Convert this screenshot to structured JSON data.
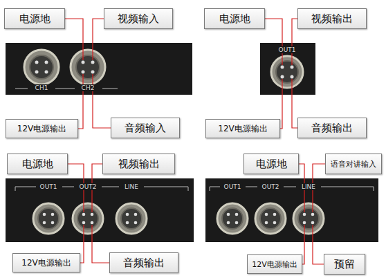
{
  "diagram": {
    "nodes": [
      {
        "text": [
          "电源地"
        ]
      },
      {
        "text": [
          "视频输入"
        ]
      },
      {
        "text": [
          "12V电源输出"
        ]
      },
      {
        "text": [
          "音频输入"
        ]
      },
      {
        "text": [
          "电源地"
        ]
      },
      {
        "text": [
          "视频输出"
        ]
      },
      {
        "text": [
          "12V电源输出"
        ]
      },
      {
        "text": [
          "音频输出"
        ]
      },
      {
        "text": [
          "电源地"
        ]
      },
      {
        "text": [
          "视频输出"
        ]
      },
      {
        "text": [
          "12V电源输出"
        ]
      },
      {
        "text": [
          "音频输出"
        ]
      },
      {
        "text": [
          "电源地"
        ]
      },
      {
        "text": [
          "语音对讲输入"
        ]
      },
      {
        "text": [
          "12V电源输出"
        ]
      },
      {
        "text": [
          "预留"
        ]
      }
    ],
    "labels": [
      "CH1",
      "CH2",
      "OUT1",
      "OUT1",
      "OUT2",
      "LINE",
      "OUT1",
      "OUT2",
      "LINE"
    ]
  }
}
